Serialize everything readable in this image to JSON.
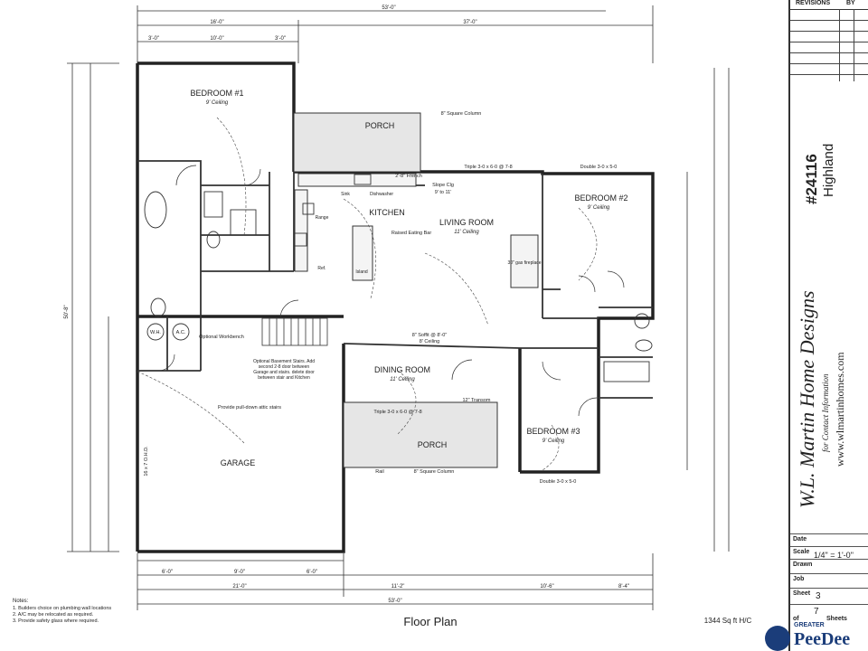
{
  "plan": {
    "title": "Floor Plan",
    "area": "1344 Sq ft H/C",
    "overall_width": "53'-0\"",
    "overall_depth": "50'-8\"",
    "top_dims": [
      "16'-0\"",
      "37'-0\"",
      "3'-0\"",
      "10'-0\"",
      "3'-0\""
    ],
    "bottom_dims": [
      "21'-0\"",
      "11'-2\"",
      "10'-6\"",
      "8'-4\"",
      "6'-0\"",
      "9'-0\"",
      "6'-0\""
    ],
    "rooms": {
      "bedroom1": {
        "name": "BEDROOM #1",
        "ceiling": "9' Ceiling"
      },
      "bedroom2": {
        "name": "BEDROOM #2",
        "ceiling": "9' Ceiling"
      },
      "bedroom3": {
        "name": "BEDROOM #3",
        "ceiling": "9' Ceiling"
      },
      "kitchen": {
        "name": "KITCHEN"
      },
      "living": {
        "name": "LIVING ROOM",
        "ceiling": "11' Ceiling"
      },
      "dining": {
        "name": "DINING ROOM",
        "ceiling": "11' Ceiling"
      },
      "porch_back": {
        "name": "PORCH"
      },
      "porch_front": {
        "name": "PORCH"
      },
      "garage": {
        "name": "GARAGE"
      }
    },
    "annotations": {
      "raised_bar": "Raised Eating Bar",
      "slope": "Slope Clg",
      "slope2": "9' to 11'",
      "french": "2'-8\" French",
      "square_col": "8\" Square Column",
      "triple_top": "Triple 3-0 x 6-0 @ 7-8",
      "double_top": "Double 3-0 x 5-0",
      "triple_bottom": "Triple 3-0 x 6-0 @ 7-8",
      "double_bottom": "Double 3-0 x 5-0",
      "soffit": "8\" Soffit @ 8'-0\"",
      "soffit2": "8' Ceiling",
      "transom": "12\" Transom",
      "rail": "Rail",
      "square_col_bottom": "8\" Square Column",
      "stairs": "Optional Basement Stairs. Add second 2-8 door between Garage and stairs. delete door between stair and Kitchen",
      "attic": "Provide pull-down attic stairs",
      "workbench": "Optional Workbench",
      "wh": "W.H.",
      "ac": "A.C.",
      "garage_door": "16 x 7 O.H.D.",
      "gas": "30\" gas fireplace",
      "sink": "Sink",
      "dishwasher": "Dishwasher",
      "range": "Range",
      "ref": "Ref.",
      "island": "Island"
    },
    "notes_title": "Notes:",
    "notes": [
      "1. Builders choice on plumbing wall locations",
      "2. A/C may be relocated as required.",
      "3. Provide safety glass where required."
    ]
  },
  "title_block": {
    "revisions_label": "REVISIONS",
    "by_label": "BY",
    "plan_number": "#24116",
    "plan_name": "Highland",
    "company": "W.L. Martin Home Designs",
    "contact": "for Contact Information",
    "website": "www.wlmartinhomes.com",
    "date_label": "Date",
    "scale_label": "Scale",
    "scale_value": "1/4\" = 1'-0\"",
    "drawn_label": "Drawn",
    "job_label": "Job",
    "sheet_label": "Sheet",
    "sheet_value": "3",
    "of_label": "of",
    "sheets_value": "7",
    "sheets_label": "Sheets"
  },
  "logo": {
    "greater": "GREATER",
    "name": "PeeDee"
  }
}
